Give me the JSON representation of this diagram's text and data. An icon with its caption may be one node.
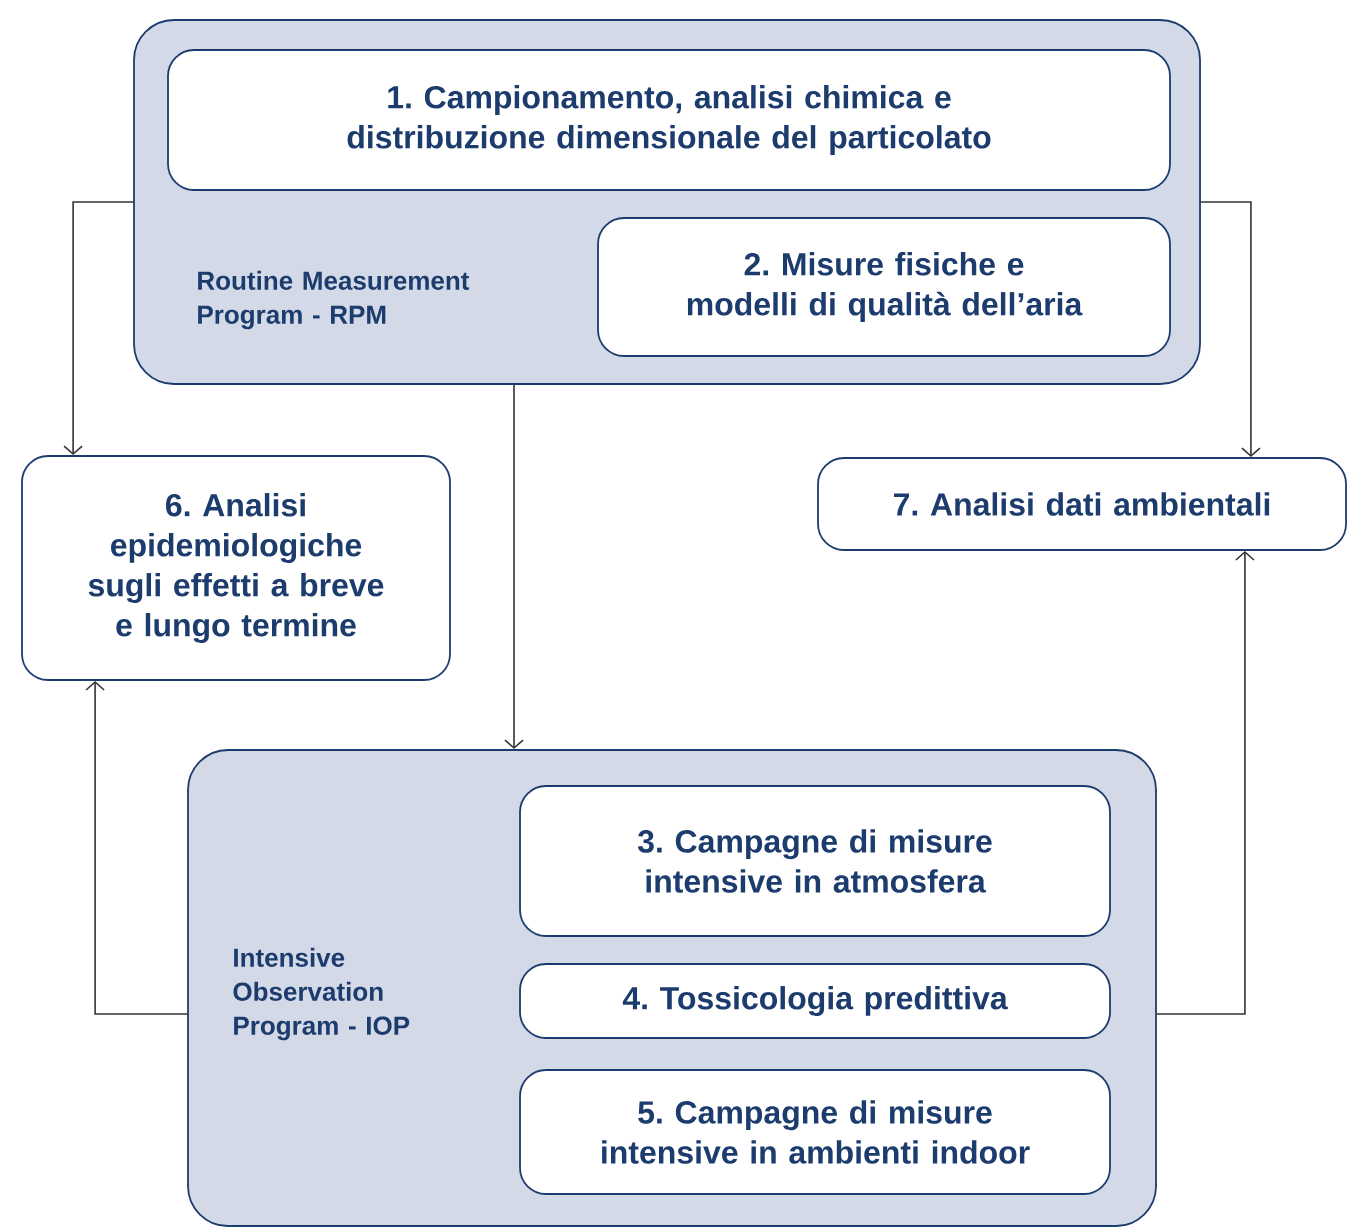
{
  "diagram": {
    "nodes": [
      {
        "text": [
          "Routine Measurement Program - RPM"
        ]
      },
      {
        "text": [
          "1. Campionamento, analisi chimica e distribuzione dimensionale del particolato"
        ],
        "in": 0
      },
      {
        "text": [
          "2. Misure fisiche e modelli di qualità dell’aria"
        ],
        "in": 0
      },
      {
        "text": [
          "6. Analisi epidemiologiche sugli effetti a breve e lungo termine"
        ]
      },
      {
        "text": [
          "7. Analisi dati ambientali"
        ]
      },
      {
        "text": [
          "Intensive Observation Program - IOP"
        ]
      },
      {
        "text": [
          "3. Campagne di misure intensive in atmosfera"
        ],
        "in": 5
      },
      {
        "text": [
          "4. Tossicologia predittiva"
        ],
        "in": 5
      },
      {
        "text": [
          "5. Campagne di misure intensive in ambienti indoor"
        ],
        "in": 5
      }
    ],
    "edges": [
      {
        "from": 0,
        "to": 3,
        "arrow": "to"
      },
      {
        "from": 0,
        "to": 4,
        "arrow": "to"
      },
      {
        "from": 0,
        "to": 5,
        "arrow": "to"
      },
      {
        "from": 5,
        "to": 3,
        "arrow": "to"
      },
      {
        "from": 5,
        "to": 4,
        "arrow": "to"
      }
    ]
  }
}
